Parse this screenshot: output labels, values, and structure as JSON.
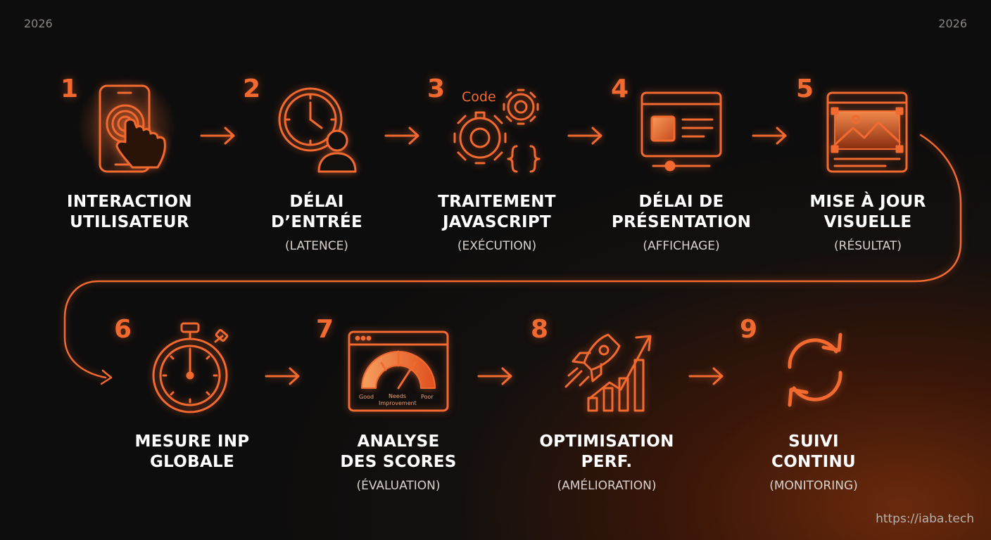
{
  "years": {
    "left": "2026",
    "right": "2026"
  },
  "url": "https://iaba.tech",
  "steps": [
    {
      "num": "1",
      "title": [
        "INTERACTION",
        "UTILISATEUR"
      ],
      "sub": "",
      "icon": "phone-touch-icon"
    },
    {
      "num": "2",
      "title": [
        "DÉLAI",
        "D’ENTRÉE"
      ],
      "sub": "(LATENCE)",
      "icon": "clock-user-icon"
    },
    {
      "num": "3",
      "title": [
        "TRAITEMENT",
        "JAVASCRIPT"
      ],
      "sub": "(EXÉCUTION)",
      "icon": "code-gears-icon",
      "icon_text": "Code"
    },
    {
      "num": "4",
      "title": [
        "DÉLAI DE",
        "PRÉSENTATION"
      ],
      "sub": "(AFFICHAGE)",
      "icon": "browser-window-icon"
    },
    {
      "num": "5",
      "title": [
        "MISE À JOUR",
        "VISUELLE"
      ],
      "sub": "(RÉSULTAT)",
      "icon": "image-update-icon"
    },
    {
      "num": "6",
      "title": [
        "MESURE INP",
        "GLOBALE"
      ],
      "sub": "",
      "icon": "stopwatch-icon"
    },
    {
      "num": "7",
      "title": [
        "ANALYSE",
        "DES SCORES"
      ],
      "sub": "(ÉVALUATION)",
      "icon": "gauge-dashboard-icon",
      "gauge_labels": [
        "Good",
        "Needs",
        "Improvement",
        "Poor"
      ]
    },
    {
      "num": "8",
      "title": [
        "OPTIMISATION",
        "PERF."
      ],
      "sub": "(AMÉLIORATION)",
      "icon": "rocket-chart-icon"
    },
    {
      "num": "9",
      "title": [
        "SUIVI",
        "CONTINU"
      ],
      "sub": "(MONITORING)",
      "icon": "refresh-cycle-icon"
    }
  ],
  "colors": {
    "accent": "#f26a30",
    "background": "#0e0d0d",
    "text": "#ffffff"
  }
}
